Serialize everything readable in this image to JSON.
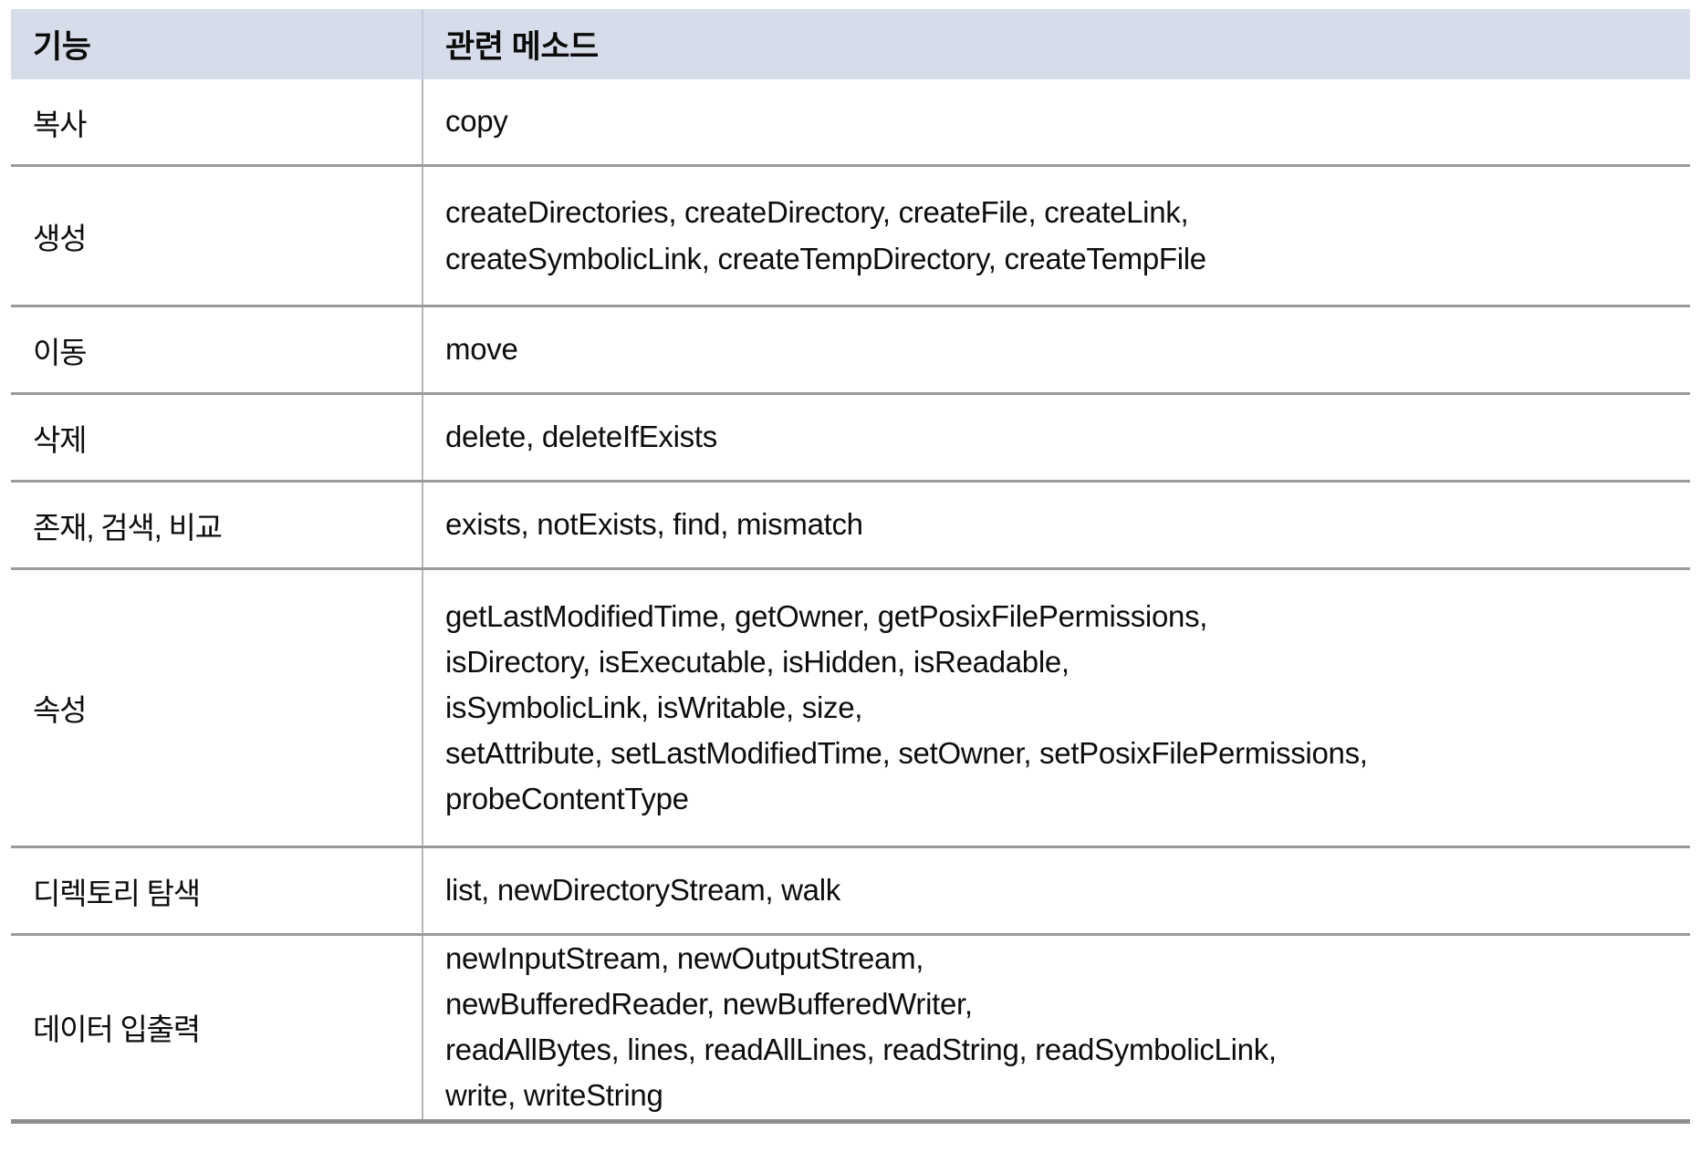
{
  "table": {
    "name": "java-nio-files-methods-table",
    "columns": [
      {
        "key": "feature",
        "label": "기능"
      },
      {
        "key": "methods",
        "label": "관련 메소드"
      }
    ],
    "header_background": "#d6dce9",
    "row_divider_color": "#9a9a9a",
    "column_divider_color": "#b6b6b6",
    "text_color": "#0d0d0d",
    "rows": [
      {
        "feature": "복사",
        "methods_lines": [
          "copy"
        ]
      },
      {
        "feature": "생성",
        "methods_lines": [
          "createDirectories, createDirectory, createFile, createLink,",
          "createSymbolicLink, createTempDirectory, createTempFile"
        ]
      },
      {
        "feature": "이동",
        "methods_lines": [
          "move"
        ]
      },
      {
        "feature": "삭제",
        "methods_lines": [
          "delete, deleteIfExists"
        ]
      },
      {
        "feature": "존재, 검색, 비교",
        "methods_lines": [
          "exists, notExists, find, mismatch"
        ]
      },
      {
        "feature": "속성",
        "methods_lines": [
          "getLastModifiedTime, getOwner, getPosixFilePermissions,",
          "isDirectory, isExecutable, isHidden, isReadable,",
          "isSymbolicLink, isWritable, size,",
          "setAttribute, setLastModifiedTime, setOwner, setPosixFilePermissions,",
          "probeContentType"
        ]
      },
      {
        "feature": "디렉토리 탐색",
        "methods_lines": [
          "list, newDirectoryStream, walk"
        ]
      },
      {
        "feature": "데이터 입출력",
        "methods_lines": [
          "newInputStream, newOutputStream,",
          "newBufferedReader, newBufferedWriter,",
          "readAllBytes, lines, readAllLines, readString, readSymbolicLink,",
          "write, writeString"
        ]
      }
    ]
  }
}
